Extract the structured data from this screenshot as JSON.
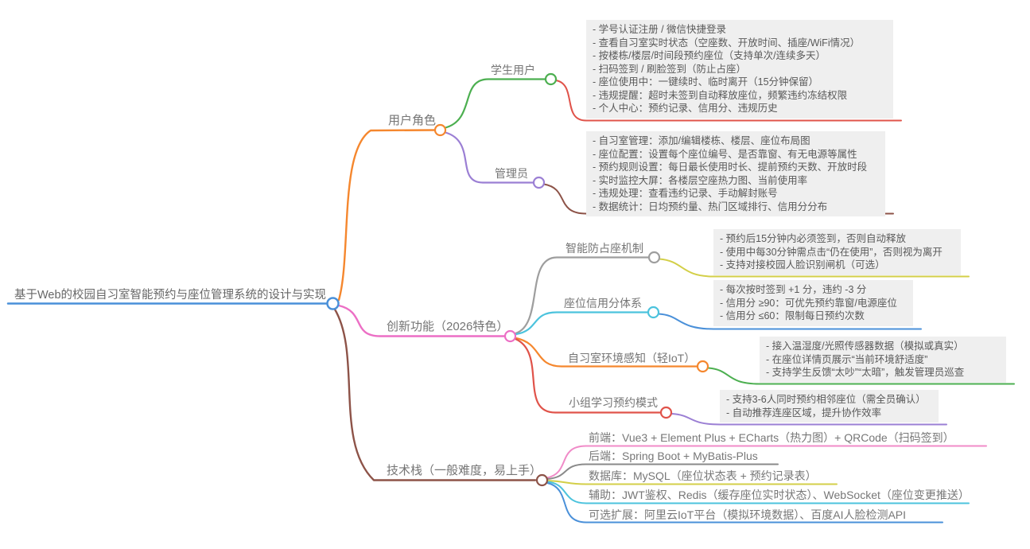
{
  "root": {
    "label": "基于Web的校园自习室智能预约与座位管理系统的设计与实现"
  },
  "user_roles": {
    "label": "用户角色",
    "student": {
      "label": "学生用户",
      "items": [
        "- 学号认证注册 / 微信快捷登录",
        "- 查看自习室实时状态（空座数、开放时间、插座/WiFi情况）",
        "- 按楼栋/楼层/时间段预约座位（支持单次/连续多天）",
        "- 扫码签到 / 刷脸签到（防止占座）",
        "- 座位使用中：一键续时、临时离开（15分钟保留）",
        "- 违规提醒：超时未签到自动释放座位，频繁违约冻结权限",
        "- 个人中心：预约记录、信用分、违规历史"
      ]
    },
    "admin": {
      "label": "管理员",
      "items": [
        "- 自习室管理：添加/编辑楼栋、楼层、座位布局图",
        "- 座位配置：设置每个座位编号、是否靠窗、有无电源等属性",
        "- 预约规则设置：每日最长使用时长、提前预约天数、开放时段",
        "- 实时监控大屏：各楼层空座热力图、当前使用率",
        "- 违规处理：查看违约记录、手动解封账号",
        "- 数据统计：日均预约量、热门区域排行、信用分分布"
      ]
    }
  },
  "innovation": {
    "label": "创新功能（2026特色）",
    "anti_occupy": {
      "label": "智能防占座机制",
      "items": [
        "- 预约后15分钟内必须签到，否则自动释放",
        "- 使用中每30分钟需点击“仍在使用”，否则视为离开",
        "- 支持对接校园人脸识别闸机（可选）"
      ]
    },
    "credit": {
      "label": "座位信用分体系",
      "items": [
        "- 每次按时签到 +1 分，违约 -3 分",
        "- 信用分 ≥90：可优先预约靠窗/电源座位",
        "- 信用分 ≤60：限制每日预约次数"
      ]
    },
    "environment": {
      "label": "自习室环境感知（轻IoT）",
      "items": [
        "- 接入温湿度/光照传感器数据（模拟或真实）",
        "- 在座位详情页展示“当前环境舒适度”",
        "- 支持学生反馈“太吵”“太暗”，触发管理员巡查"
      ]
    },
    "group": {
      "label": "小组学习预约模式",
      "items": [
        "- 支持3-6人同时预约相邻座位（需全员确认）",
        "- 自动推荐连座区域，提升协作效率"
      ]
    }
  },
  "tech_stack": {
    "label": "技术栈（一般难度，易上手）",
    "items": [
      "前端：Vue3 + Element Plus + ECharts（热力图）+ QRCode（扫码签到）",
      "后端：Spring Boot + MyBatis-Plus",
      "数据库：MySQL（座位状态表 + 预约记录表）",
      "辅助：JWT鉴权、Redis（缓存座位实时状态）、WebSocket（座位变更推送）",
      "可选扩展：阿里云IoT平台（模拟环境数据）、百度AI人脸检测API"
    ]
  },
  "colors": {
    "root_blue": "#4a90d9",
    "orange": "#f5872e",
    "green": "#4caf50",
    "red": "#e0534a",
    "purple": "#9b7fd4",
    "brown": "#8d5348",
    "pink": "#ec6fc5",
    "light_pink": "#f08bc8",
    "gray": "#9e9e9e",
    "yellow": "#d3cf48",
    "cyan": "#4cc3dd",
    "blue": "#4a90d9"
  }
}
